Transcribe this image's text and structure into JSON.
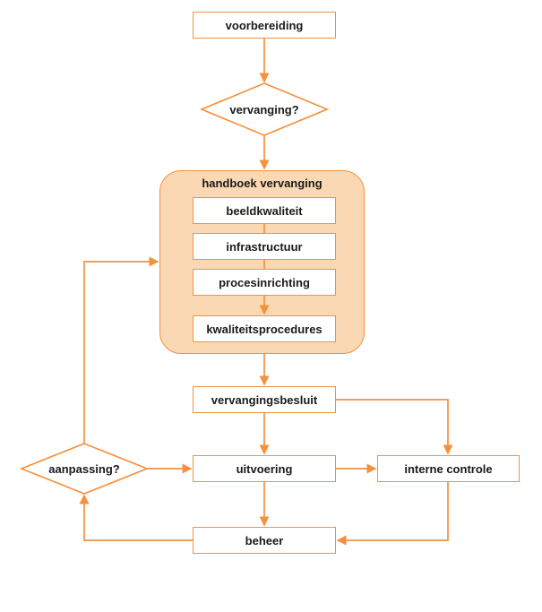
{
  "flowchart": {
    "nodes": {
      "voorbereiding": "voorbereiding",
      "vervanging": "vervanging?",
      "handboek_title": "handboek vervanging",
      "beeldkwaliteit": "beeldkwaliteit",
      "infrastructuur": "infrastructuur",
      "procesinrichting": "procesinrichting",
      "kwaliteitsprocedures": "kwaliteitsprocedures",
      "vervangingsbesluit": "vervangingsbesluit",
      "uitvoering": "uitvoering",
      "interne_controle": "interne controle",
      "aanpassing": "aanpassing?",
      "beheer": "beheer"
    },
    "edges": [
      {
        "from": "voorbereiding",
        "to": "vervanging?"
      },
      {
        "from": "vervanging?",
        "to": "handboek vervanging"
      },
      {
        "from": "beeldkwaliteit",
        "to": "infrastructuur"
      },
      {
        "from": "infrastructuur",
        "to": "procesinrichting"
      },
      {
        "from": "procesinrichting",
        "to": "kwaliteitsprocedures"
      },
      {
        "from": "handboek vervanging",
        "to": "vervangingsbesluit"
      },
      {
        "from": "vervangingsbesluit",
        "to": "uitvoering"
      },
      {
        "from": "vervangingsbesluit",
        "to": "interne controle"
      },
      {
        "from": "uitvoering",
        "to": "interne controle"
      },
      {
        "from": "uitvoering",
        "to": "beheer"
      },
      {
        "from": "interne controle",
        "to": "beheer"
      },
      {
        "from": "beheer",
        "to": "aanpassing?"
      },
      {
        "from": "aanpassing?",
        "to": "uitvoering"
      },
      {
        "from": "aanpassing?",
        "to": "handboek vervanging"
      }
    ],
    "colors": {
      "line": "#F5913E",
      "group_fill": "#FBD8B4",
      "node_fill": "#FFFFFF",
      "text": "#1A1A1A",
      "background": "#FFFFFF"
    }
  }
}
